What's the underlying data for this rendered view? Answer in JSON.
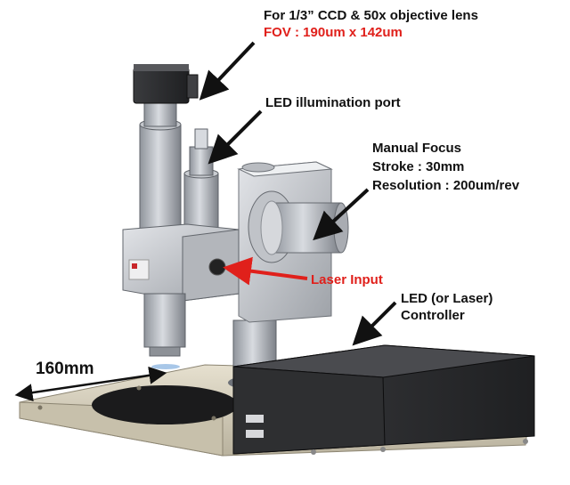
{
  "labels": {
    "camera_line1": "For 1/3” CCD & 50x objective lens",
    "camera_line2": "FOV : 190um x 142um",
    "led_port": "LED illumination port",
    "focus_line1": "Manual Focus",
    "focus_line2": "Stroke : 30mm",
    "focus_line3": "Resolution : 200um/rev",
    "laser_input": "Laser Input",
    "controller_line1": "LED (or Laser)",
    "controller_line2": "Controller",
    "dimension": "160mm"
  },
  "colors": {
    "accent_red": "#e0201b",
    "text": "#111111",
    "metal_light": "#c9ccd1",
    "metal_dark": "#6b6f76",
    "controller_body": "#2a2a2c",
    "base_plate": "#d9d3c2"
  },
  "icons": {
    "label_arrows": "black-arrow",
    "laser_arrow": "red-arrow",
    "dimension_arrow": "double-headed-arrow"
  }
}
